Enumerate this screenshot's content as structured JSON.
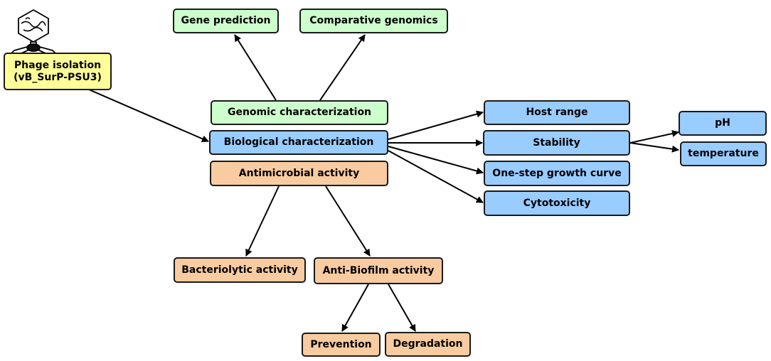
{
  "colors": {
    "yellow": "#ffff99",
    "green": "#ccffcc",
    "blue": "#99ccff",
    "orange": "#f8cba0",
    "stroke": "#1a1a1a"
  },
  "icons": {
    "phage": "phage-icon"
  },
  "nodes": {
    "phage_isolation": {
      "line1": "Phage isolation",
      "line2": "(vB_SurP-PSU3)"
    },
    "gene_prediction": "Gene prediction",
    "comparative_genomics": "Comparative genomics",
    "genomic_characterization": "Genomic characterization",
    "biological_characterization": "Biological characterization",
    "antimicrobial_activity": "Antimicrobial activity",
    "host_range": "Host range",
    "stability": "Stability",
    "one_step_growth_curve": "One-step growth curve",
    "cytotoxicity": "Cytotoxicity",
    "ph": "pH",
    "temperature": "temperature",
    "bacteriolytic_activity": "Bacteriolytic activity",
    "anti_biofilm_activity": "Anti-Biofilm activity",
    "prevention": "Prevention",
    "degradation": "Degradation"
  }
}
